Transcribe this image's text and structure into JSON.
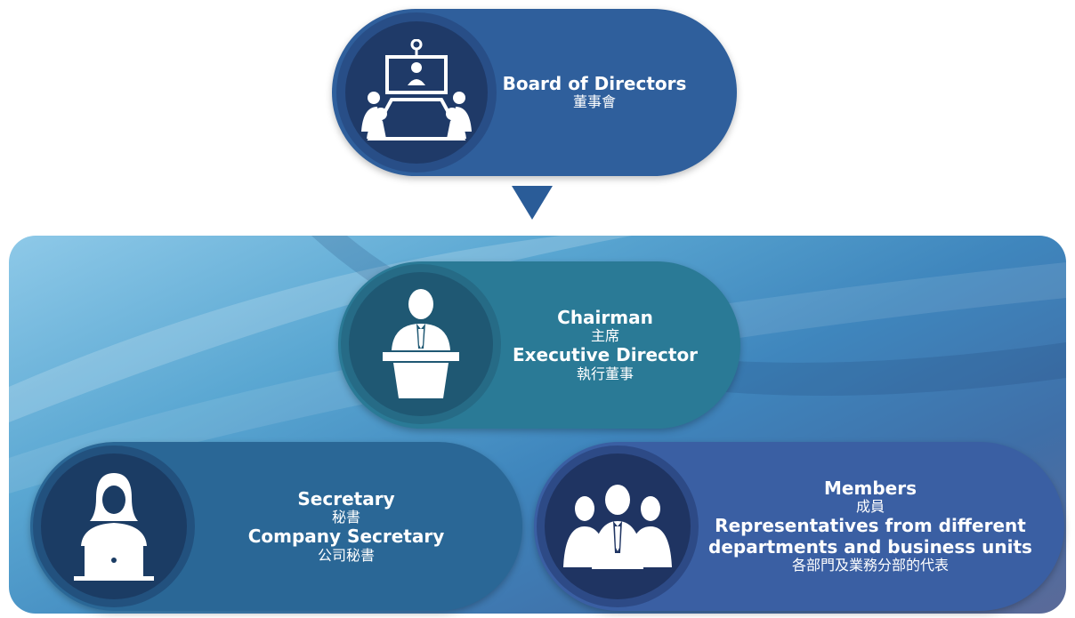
{
  "board": {
    "title": "Board of Directors",
    "title_zh": "董事會",
    "icon": "boardroom-icon"
  },
  "chairman": {
    "title": "Chairman",
    "title_zh": "主席",
    "subtitle": "Executive Director",
    "subtitle_zh": "執行董事",
    "icon": "podium-speaker-icon"
  },
  "secretary": {
    "title": "Secretary",
    "title_zh": "秘書",
    "subtitle": "Company Secretary",
    "subtitle_zh": "公司秘書",
    "icon": "woman-laptop-icon"
  },
  "members": {
    "title": "Members",
    "title_zh": "成員",
    "subtitle_line1": "Representatives from different",
    "subtitle_line2": "departments and business units",
    "subtitle_zh": "各部門及業務分部的代表",
    "icon": "group-people-icon"
  },
  "colors": {
    "board": "#2f5f9c",
    "chairman": "#2a7a96",
    "secretary": "#2a6796",
    "members": "#3a5fa3",
    "arrow": "#2a5c98"
  }
}
